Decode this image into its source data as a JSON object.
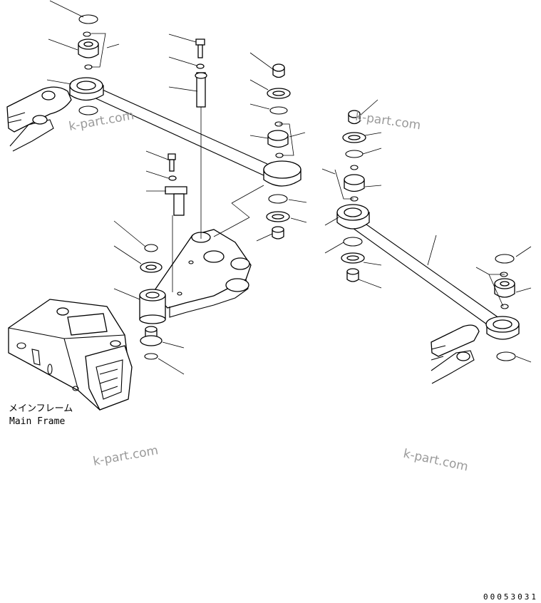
{
  "labels": {
    "main_frame_jp": "メインフレーム",
    "main_frame_en": "Main Frame"
  },
  "watermarks": [
    "k-part.com",
    "k-part.com",
    "k-part.com",
    "k-part.com"
  ],
  "part_number": "00053031"
}
